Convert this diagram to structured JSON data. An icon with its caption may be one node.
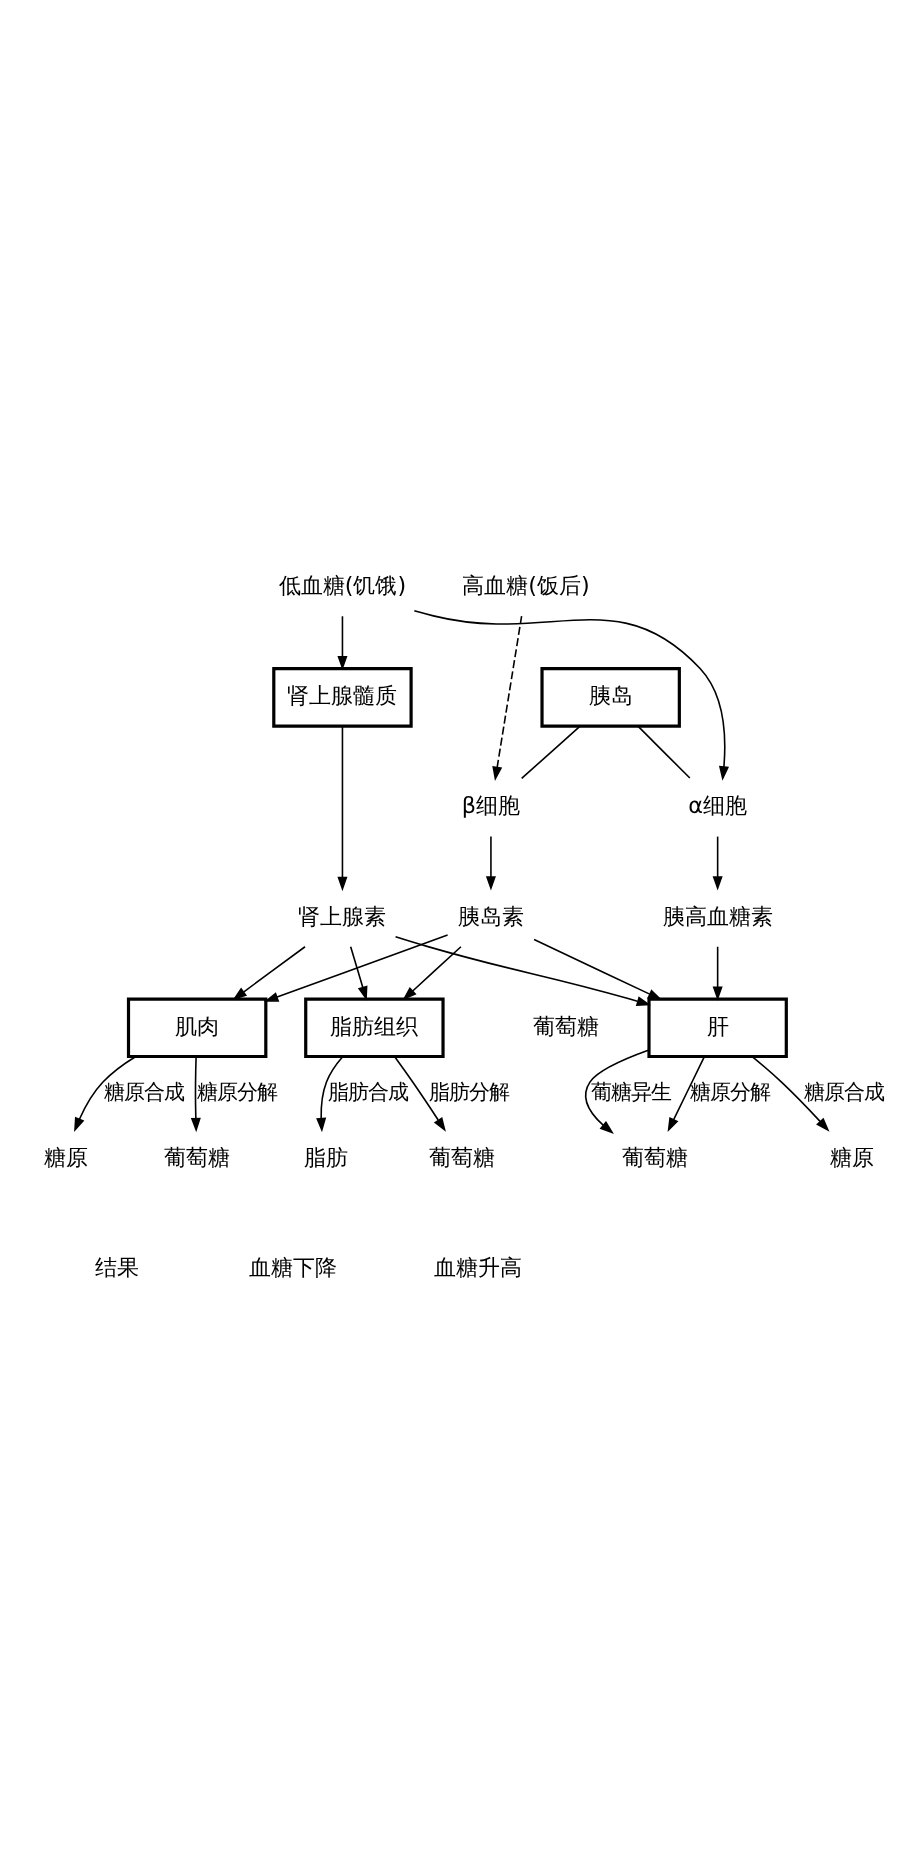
{
  "diagram": {
    "nodes": [
      {
        "text": [
          "高血糖(饭后)"
        ]
      },
      {
        "text": [
          "低血糖(饥饿)"
        ]
      },
      {
        "text": [
          "胰岛"
        ]
      },
      {
        "text": [
          "肾上腺髓质"
        ]
      },
      {
        "text": [
          "β细胞"
        ]
      },
      {
        "text": [
          "α细胞"
        ]
      },
      {
        "text": [
          "胰岛素"
        ]
      },
      {
        "text": [
          "胰高血糖素"
        ]
      },
      {
        "text": [
          "肾上腺素"
        ]
      },
      {
        "text": [
          "肝"
        ]
      },
      {
        "text": [
          "糖原"
        ]
      },
      {
        "text": [
          "葡萄糖"
        ]
      },
      {
        "text": [
          "肌肉"
        ]
      },
      {
        "text": [
          "糖原"
        ]
      },
      {
        "text": [
          "葡萄糖"
        ]
      },
      {
        "text": [
          "脂肪组织"
        ]
      },
      {
        "text": [
          "脂肪"
        ]
      },
      {
        "text": [
          "葡萄糖"
        ]
      }
    ],
    "edges": [
      {
        "from": 0,
        "to": 4,
        "arrow": "to",
        "style": "dashed"
      },
      {
        "from": 1,
        "to": 5,
        "arrow": "to"
      },
      {
        "from": 1,
        "to": 3,
        "arrow": "to"
      },
      {
        "from": 2,
        "to": 4,
        "arrow": "none"
      },
      {
        "from": 2,
        "to": 5,
        "arrow": "none"
      },
      {
        "from": 4,
        "to": 6,
        "arrow": "to"
      },
      {
        "from": 5,
        "to": 7,
        "arrow": "to"
      },
      {
        "from": 3,
        "to": 8,
        "arrow": "to"
      },
      {
        "from": 6,
        "to": 9,
        "arrow": "to"
      },
      {
        "from": 7,
        "to": 9,
        "arrow": "to"
      },
      {
        "from": 8,
        "to": 9,
        "arrow": "to"
      },
      {
        "from": 6,
        "to": 12,
        "arrow": "to"
      },
      {
        "from": 6,
        "to": 15,
        "arrow": "to"
      },
      {
        "from": 8,
        "to": 12,
        "arrow": "to"
      },
      {
        "from": 8,
        "to": 15,
        "arrow": "to"
      },
      {
        "from": 9,
        "to": 10,
        "arrow": "to",
        "label": "糖原合成"
      },
      {
        "from": 9,
        "to": 11,
        "arrow": "to",
        "label": "糖原分解"
      },
      {
        "from": 9,
        "to": 11,
        "arrow": "to",
        "label": "葡糖异生"
      },
      {
        "from": 12,
        "to": 13,
        "arrow": "to",
        "label": "糖原合成"
      },
      {
        "from": 12,
        "to": 14,
        "arrow": "to",
        "label": "糖原分解"
      },
      {
        "from": 15,
        "to": 16,
        "arrow": "to",
        "label": "脂肪合成"
      },
      {
        "from": 15,
        "to": 17,
        "arrow": "to",
        "label": "脂肪分解"
      }
    ],
    "labels": [
      "葡萄糖",
      "结果",
      "血糖下降",
      "血糖升高"
    ]
  }
}
